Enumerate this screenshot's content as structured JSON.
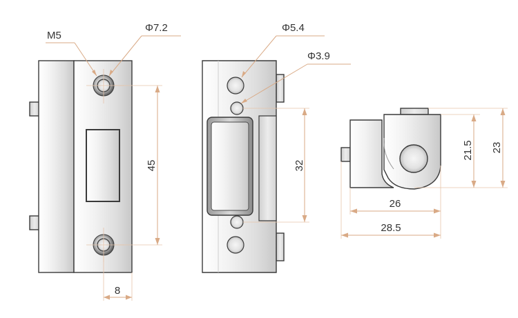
{
  "labels": {
    "thread": "M5",
    "hole_outer": "Φ7.2",
    "hole_mid": "Φ5.4",
    "hole_small": "Φ3.9",
    "hole_spacing": "45",
    "slot_height": "32",
    "offset": "8",
    "height_inner": "21.5",
    "height_outer": "23",
    "width_inner": "26",
    "width_outer": "28.5"
  },
  "colors": {
    "dimension": "#d9aa86",
    "outline": "#3a3a3a",
    "text": "#333333"
  }
}
